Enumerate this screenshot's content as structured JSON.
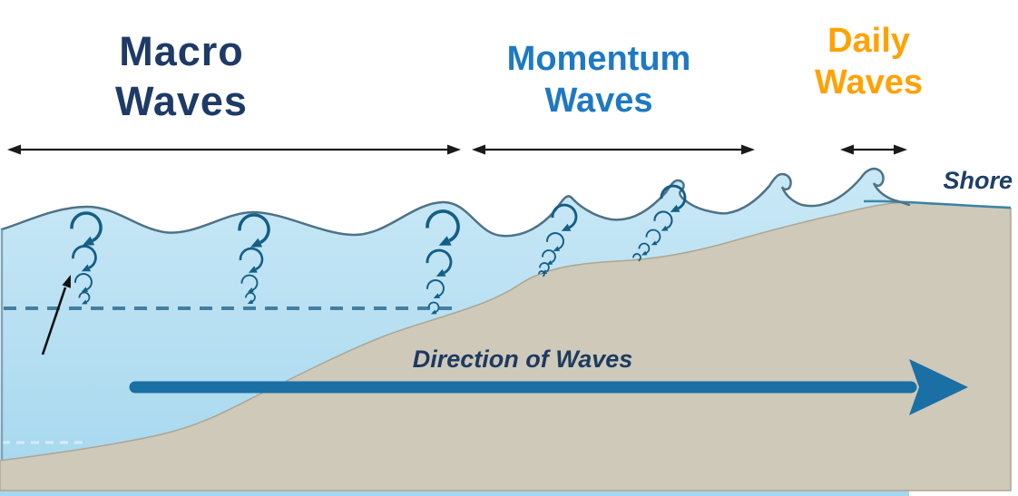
{
  "diagram": {
    "zones": {
      "macro": {
        "line1": "Macro",
        "line2": "Waves",
        "color": "#1e3a66"
      },
      "momentum": {
        "line1": "Momentum",
        "line2": "Waves",
        "color": "#1e79c2"
      },
      "daily": {
        "line1": "Daily",
        "line2": "Waves",
        "color": "#ffa203"
      }
    },
    "shore_label": "Shore",
    "direction_label": "Direction of Waves",
    "colors": {
      "water_top": "#c9e8f6",
      "water_bottom": "#a5d7ee",
      "water_outline": "#4f7287",
      "water_left_edge": "#7fa3b8",
      "sand": "#cfc9ba",
      "sand_edge": "#aba692",
      "swash_line": "#2b7da2",
      "dashed_line": "#447ea0",
      "faint_dashed_line": "#ddeffa",
      "spiral": "#145e87",
      "direction_arrow": "#1a6fa4",
      "dimension_arrow": "#1a1a1a",
      "pointer_arrow": "#111111",
      "shore_text": "#1e3f66",
      "direction_text": "#1d3a5f"
    }
  }
}
